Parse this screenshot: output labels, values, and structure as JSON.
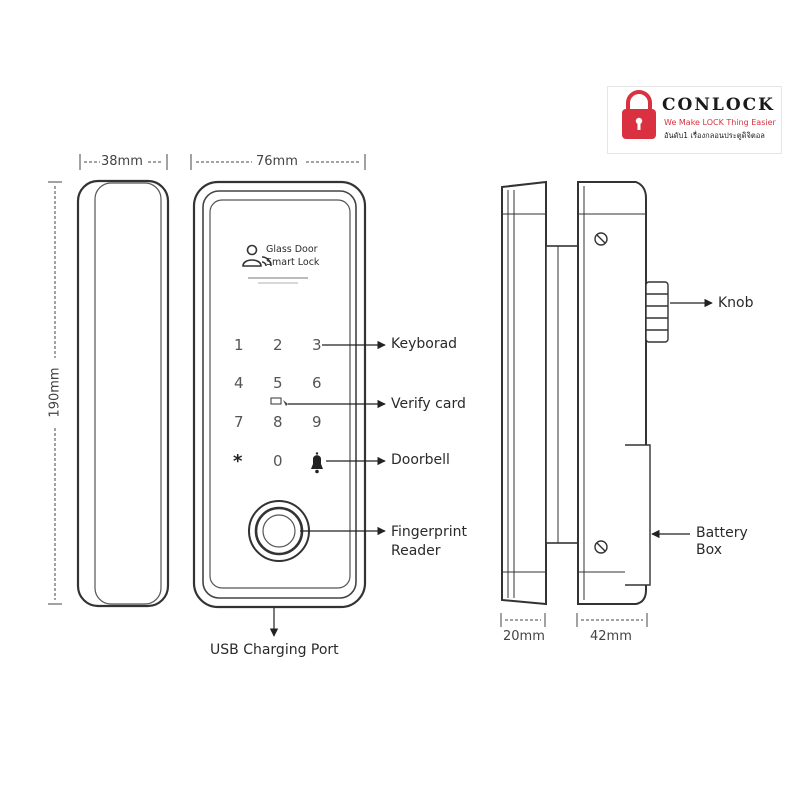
{
  "logo": {
    "brand": "CONLOCK",
    "tagline": "We Make LOCK Thing Easier",
    "thai_line": "อันดับ1 เรื่องกลอนประตูดิจิตอล",
    "icon": "padlock-icon",
    "accent_color": "#d9313f"
  },
  "front_panel": {
    "line1": "Glass Door",
    "line2": "Smart Lock",
    "keys": [
      "1",
      "2",
      "3",
      "4",
      "5",
      "6",
      "7",
      "8",
      "9",
      "*",
      "0"
    ],
    "doorbell_icon": "bell-icon",
    "card_icon": "card-icon",
    "fingerprint_icon": "fingerprint-icon"
  },
  "dimensions": {
    "side_width": "38mm",
    "front_width": "76mm",
    "height": "190mm",
    "left_depth": "20mm",
    "right_depth": "42mm"
  },
  "callouts": {
    "keyboard": "Keyborad",
    "verify_card": "Verify card",
    "doorbell": "Doorbell",
    "fingerprint_line1": "Fingerprint",
    "fingerprint_line2": "Reader",
    "usb": "USB Charging Port",
    "knob": "Knob",
    "battery_line1": "Battery",
    "battery_line2": "Box"
  },
  "colors": {
    "outline": "#333333",
    "background": "#ffffff"
  }
}
